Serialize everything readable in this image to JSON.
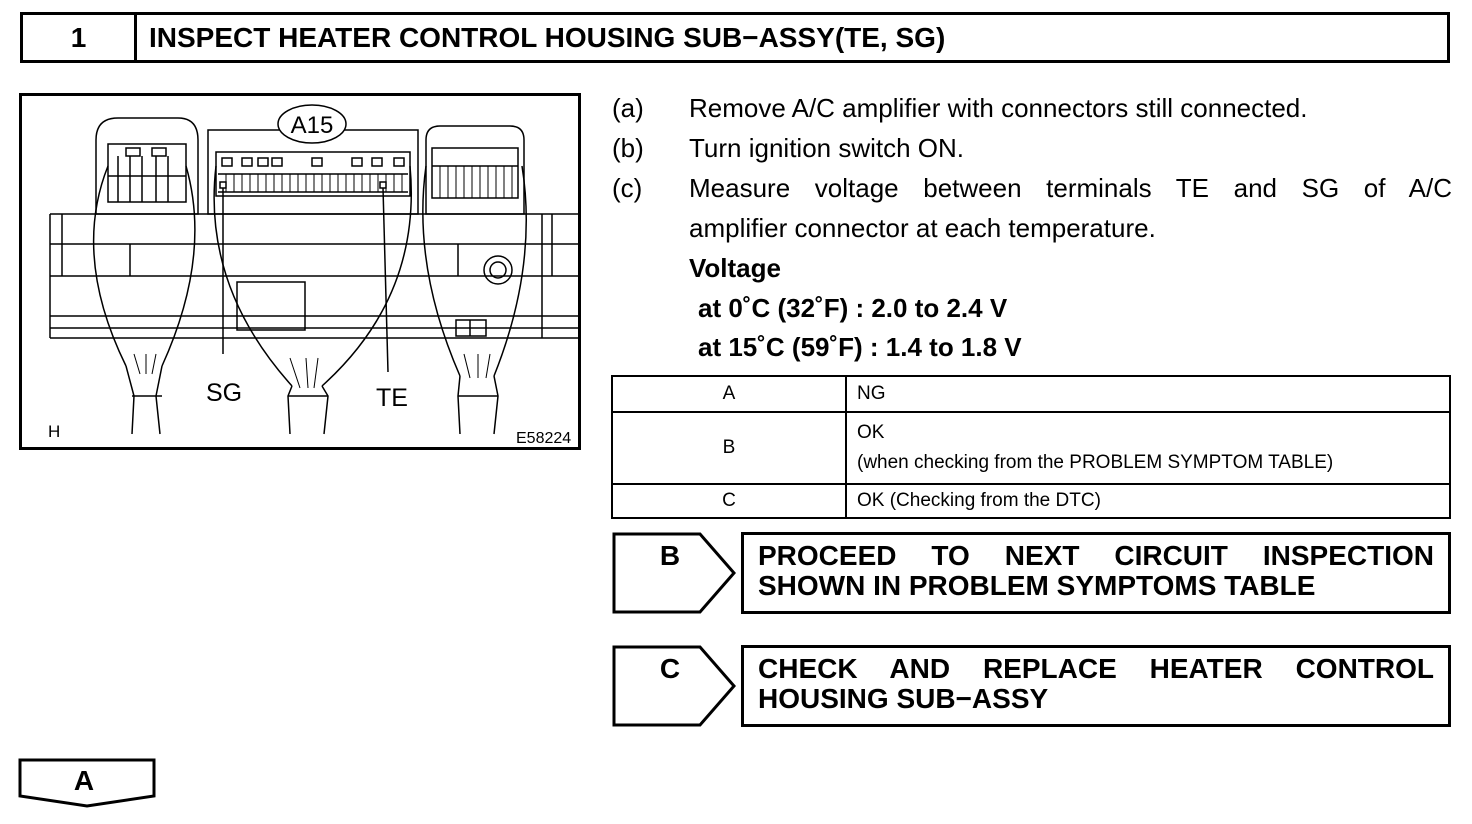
{
  "header": {
    "step_number": "1",
    "title": "INSPECT HEATER CONTROL HOUSING SUB−ASSY(TE, SG)"
  },
  "figure": {
    "connector_label": "A15",
    "sg_label": "SG",
    "te_label": "TE",
    "corner_label": "H",
    "figure_id": "E58224"
  },
  "steps": [
    {
      "label": "(a)",
      "text": "Remove A/C amplifier with connectors still connected."
    },
    {
      "label": "(b)",
      "text": "Turn ignition switch ON."
    },
    {
      "label": "(c)",
      "text_line1": "Measure voltage between terminals TE and SG of A/C",
      "text_line2": "amplifier connector at each temperature."
    }
  ],
  "spec": {
    "heading": "Voltage",
    "line1": "at 0˚C (32˚F) : 2.0 to 2.4 V",
    "line2": "at 15˚C (59˚F) : 1.4 to 1.8 V"
  },
  "result_table": [
    {
      "code": "A",
      "result": "NG",
      "note": ""
    },
    {
      "code": "B",
      "result": "OK",
      "note": "(when checking from the PROBLEM SYMPTOM TABLE)"
    },
    {
      "code": "C",
      "result": "OK (Checking from the DTC)",
      "note": ""
    }
  ],
  "results": {
    "b": {
      "tag": "B",
      "line1": "PROCEED TO NEXT CIRCUIT INSPECTION",
      "line2": "SHOWN IN PROBLEM SYMPTOMS TABLE"
    },
    "c": {
      "tag": "C",
      "line1": "CHECK AND REPLACE HEATER CONTROL",
      "line2": "HOUSING SUB−ASSY"
    },
    "a": {
      "tag": "A"
    }
  }
}
